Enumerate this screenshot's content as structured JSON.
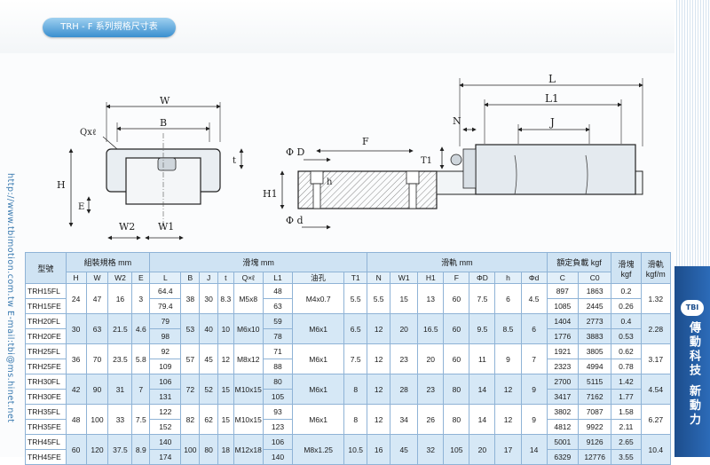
{
  "header": {
    "title": "TRH - F 系列規格尺寸表"
  },
  "sidebar": {
    "contact_text": "http://www.tbimotion.com.tw   E-mail:tbi@ms.hinet.net"
  },
  "brand": {
    "logo_text": "TBI",
    "slogan": "傳動科技 新動力"
  },
  "drawing": {
    "front_labels": {
      "W": "W",
      "B": "B",
      "Qxl": "Qxℓ",
      "H": "H",
      "t": "t",
      "E": "E",
      "W2": "W2",
      "W1": "W1",
      "H1": "H1"
    },
    "side_labels": {
      "phiD": "Φ D",
      "h": "h",
      "phid": "Φ d",
      "F": "F",
      "T1": "T1",
      "N": "N",
      "L": "L",
      "L1": "L1",
      "J": "J"
    }
  },
  "table": {
    "col_groups": {
      "model": "型號",
      "assembly": "組裝規格   mm",
      "block": "滑塊   mm",
      "rail": "滑軌   mm",
      "load": "額定負載 kgf",
      "block_weight": "滑塊 kgf",
      "rail_weight": "滑軌 kgf/m"
    },
    "sub_headers": [
      "H",
      "W",
      "W2",
      "E",
      "L",
      "B",
      "J",
      "t",
      "Q×ℓ",
      "L1",
      "油孔",
      "T1",
      "N",
      "W1",
      "H1",
      "F",
      "ΦD",
      "h",
      "Φd",
      "C",
      "C0"
    ],
    "rows": [
      {
        "models": [
          "TRH15FL",
          "TRH15FE"
        ],
        "H": "24",
        "W": "47",
        "W2": "16",
        "E": "3",
        "L": [
          "64.4",
          "79.4"
        ],
        "B": "38",
        "J": "30",
        "t": "8.3",
        "Q": "M5x8",
        "L1": [
          "48",
          "63"
        ],
        "oil": "M4x0.7",
        "T1": "5.5",
        "N": "5.5",
        "W1": "15",
        "H1": "13",
        "F": "60",
        "D": "7.5",
        "h": "6",
        "d": "4.5",
        "C": [
          "897",
          "1085"
        ],
        "C0": [
          "1863",
          "2445"
        ],
        "wb": [
          "0.2",
          "0.26"
        ],
        "wr": "1.32"
      },
      {
        "models": [
          "TRH20FL",
          "TRH20FE"
        ],
        "H": "30",
        "W": "63",
        "W2": "21.5",
        "E": "4.6",
        "L": [
          "79",
          "98"
        ],
        "B": "53",
        "J": "40",
        "t": "10",
        "Q": "M6x10",
        "L1": [
          "59",
          "78"
        ],
        "oil": "M6x1",
        "T1": "6.5",
        "N": "12",
        "W1": "20",
        "H1": "16.5",
        "F": "60",
        "D": "9.5",
        "h": "8.5",
        "d": "6",
        "C": [
          "1404",
          "1776"
        ],
        "C0": [
          "2773",
          "3883"
        ],
        "wb": [
          "0.4",
          "0.53"
        ],
        "wr": "2.28"
      },
      {
        "models": [
          "TRH25FL",
          "TRH25FE"
        ],
        "H": "36",
        "W": "70",
        "W2": "23.5",
        "E": "5.8",
        "L": [
          "92",
          "109"
        ],
        "B": "57",
        "J": "45",
        "t": "12",
        "Q": "M8x12",
        "L1": [
          "71",
          "88"
        ],
        "oil": "M6x1",
        "T1": "7.5",
        "N": "12",
        "W1": "23",
        "H1": "20",
        "F": "60",
        "D": "11",
        "h": "9",
        "d": "7",
        "C": [
          "1921",
          "2323"
        ],
        "C0": [
          "3805",
          "4994"
        ],
        "wb": [
          "0.62",
          "0.78"
        ],
        "wr": "3.17"
      },
      {
        "models": [
          "TRH30FL",
          "TRH30FE"
        ],
        "H": "42",
        "W": "90",
        "W2": "31",
        "E": "7",
        "L": [
          "106",
          "131"
        ],
        "B": "72",
        "J": "52",
        "t": "15",
        "Q": "M10x15",
        "L1": [
          "80",
          "105"
        ],
        "oil": "M6x1",
        "T1": "8",
        "N": "12",
        "W1": "28",
        "H1": "23",
        "F": "80",
        "D": "14",
        "h": "12",
        "d": "9",
        "C": [
          "2700",
          "3417"
        ],
        "C0": [
          "5115",
          "7162"
        ],
        "wb": [
          "1.42",
          "1.77"
        ],
        "wr": "4.54"
      },
      {
        "models": [
          "TRH35FL",
          "TRH35FE"
        ],
        "H": "48",
        "W": "100",
        "W2": "33",
        "E": "7.5",
        "L": [
          "122",
          "152"
        ],
        "B": "82",
        "J": "62",
        "t": "15",
        "Q": "M10x15",
        "L1": [
          "93",
          "123"
        ],
        "oil": "M6x1",
        "T1": "8",
        "N": "12",
        "W1": "34",
        "H1": "26",
        "F": "80",
        "D": "14",
        "h": "12",
        "d": "9",
        "C": [
          "3802",
          "4812"
        ],
        "C0": [
          "7087",
          "9922"
        ],
        "wb": [
          "1.58",
          "2.11"
        ],
        "wr": "6.27"
      },
      {
        "models": [
          "TRH45FL",
          "TRH45FE"
        ],
        "H": "60",
        "W": "120",
        "W2": "37.5",
        "E": "8.9",
        "L": [
          "140",
          "174"
        ],
        "B": "100",
        "J": "80",
        "t": "18",
        "Q": "M12x18",
        "L1": [
          "106",
          "140"
        ],
        "oil": "M8x1.25",
        "T1": "10.5",
        "N": "16",
        "W1": "45",
        "H1": "32",
        "F": "105",
        "D": "20",
        "h": "17",
        "d": "14",
        "C": [
          "5001",
          "6329"
        ],
        "C0": [
          "9126",
          "12776"
        ],
        "wb": [
          "2.65",
          "3.55"
        ],
        "wr": "10.4"
      }
    ]
  }
}
